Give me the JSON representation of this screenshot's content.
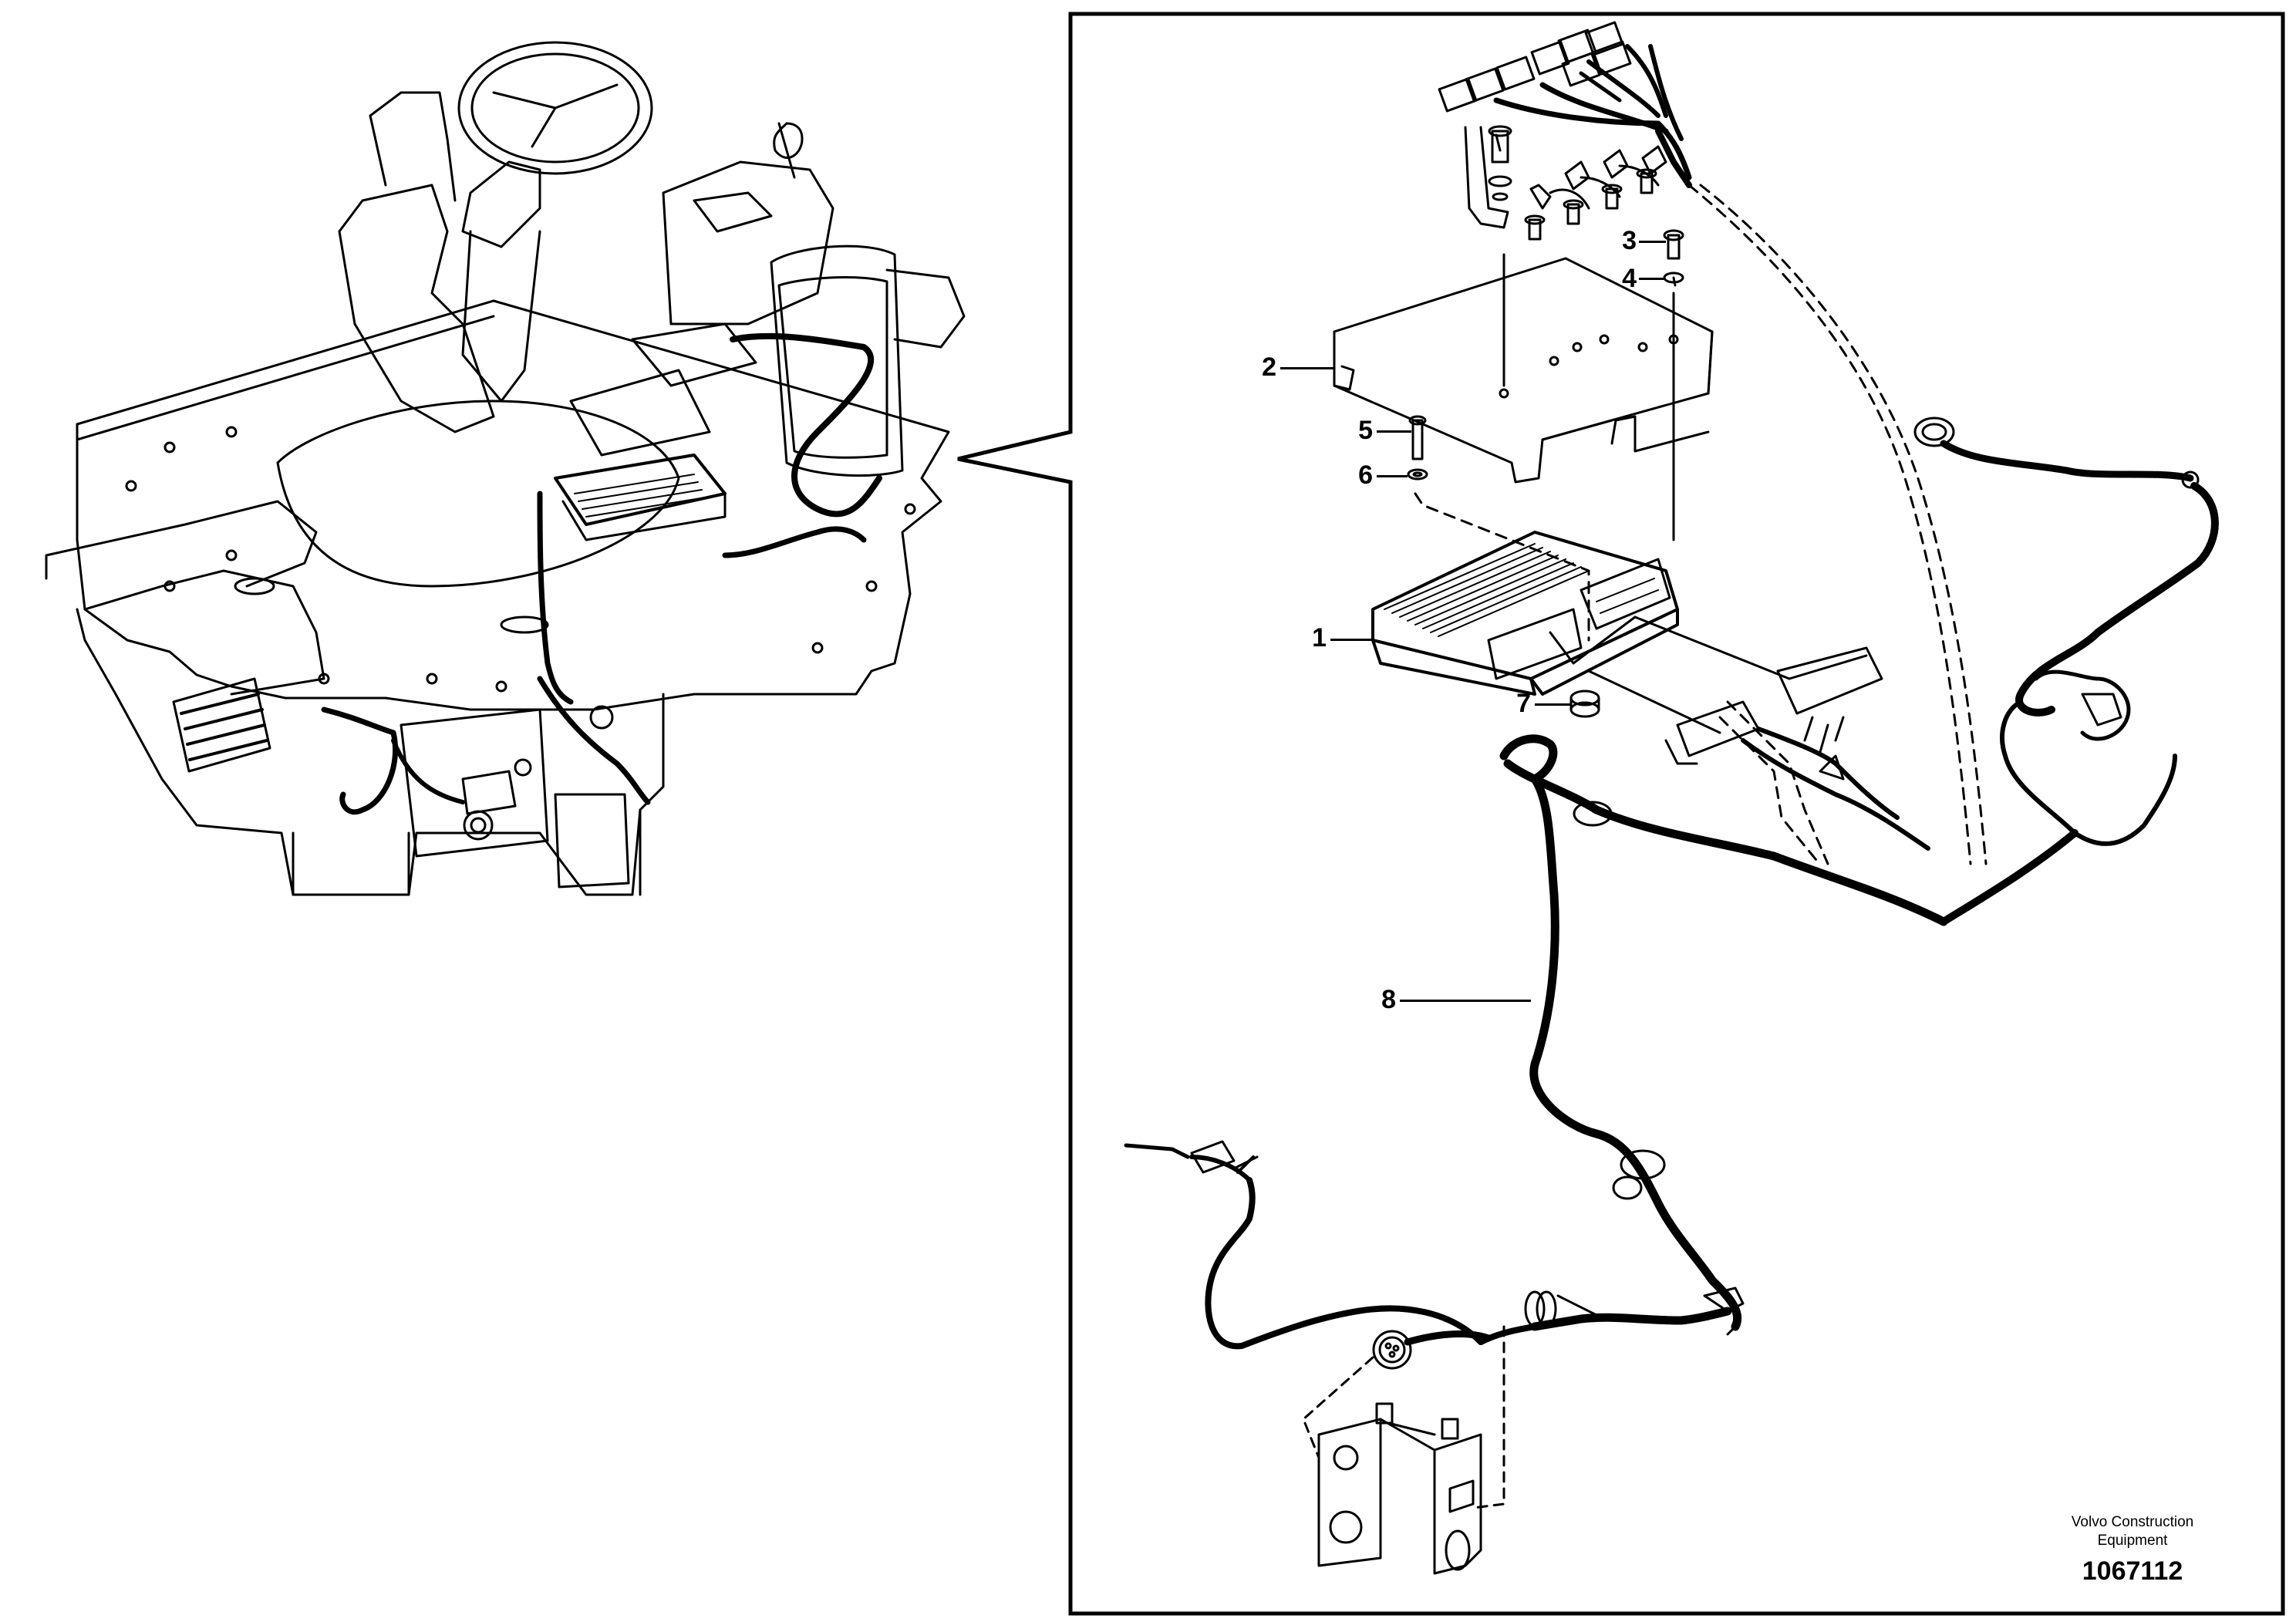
{
  "callouts": [
    {
      "id": "1",
      "label": "1"
    },
    {
      "id": "2",
      "label": "2"
    },
    {
      "id": "3",
      "label": "3"
    },
    {
      "id": "4",
      "label": "4"
    },
    {
      "id": "5",
      "label": "5"
    },
    {
      "id": "6",
      "label": "6"
    },
    {
      "id": "7",
      "label": "7"
    },
    {
      "id": "8",
      "label": "8"
    }
  ],
  "footer": {
    "brand_line1": "Volvo Construction",
    "brand_line2": "Equipment",
    "doc_number": "1067112"
  }
}
